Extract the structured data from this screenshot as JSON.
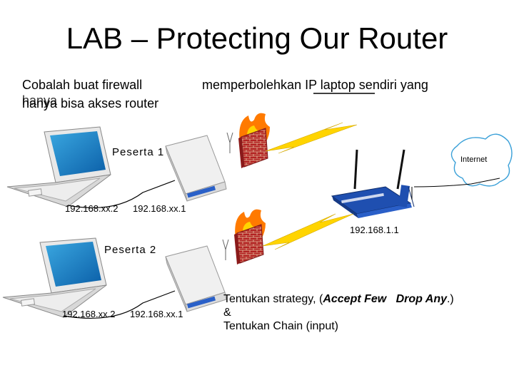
{
  "slide": {
    "title": "LAB – Protecting Our Router",
    "instruction": {
      "line1": "Cobalah buat firewall",
      "line1_cont": "memperbolehkan IP laptop sendiri yang",
      "line2_overlap": "hanya",
      "line2": "hanya bisa akses router"
    },
    "groups": [
      {
        "label": "Peserta 1",
        "laptop_ip": "192.168.xx.2",
        "router_ip": "192.168.xx.1"
      },
      {
        "label": "Peserta 2",
        "laptop_ip": "192.168.xx.2",
        "router_ip": "192.168.xx.1"
      }
    ],
    "gateway_ip": "192.168.1.1",
    "internet_label": "Internet",
    "strategy": {
      "line1_prefix": "Tentukan strategy, (",
      "line1_em": "Accept Few   Drop Any",
      "line1_suffix": ".)",
      "line2": "&",
      "line3": "Tentukan Chain (input)"
    },
    "colors": {
      "lightning": "#ffd400",
      "brick": "#b22222",
      "fire": "#ff7a00",
      "router_blue": "#1f4fb0"
    }
  }
}
